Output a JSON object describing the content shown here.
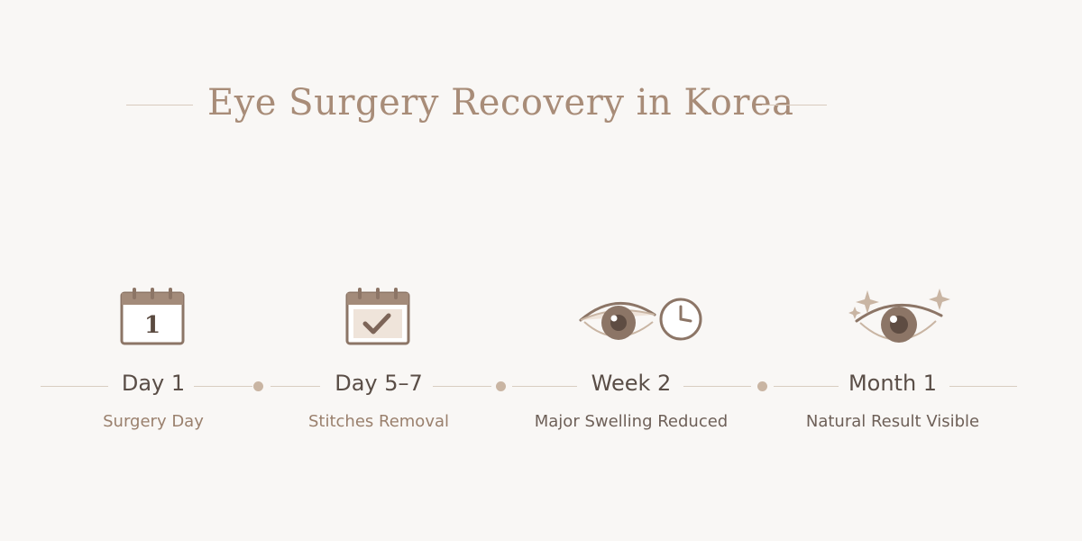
{
  "title": "Eye Surgery Recovery in Korea",
  "steps": [
    {
      "label": "Day 1",
      "caption": "Surgery Day",
      "icon": "calendar-day-icon",
      "icon_text": "1"
    },
    {
      "label": "Day 5–7",
      "caption": "Stitches Removal",
      "icon": "calendar-check-icon"
    },
    {
      "label": "Week 2",
      "caption": "Major Swelling Reduced",
      "icon": "eye-clock-icon"
    },
    {
      "label": "Month 1",
      "caption": "Natural Result Visible",
      "icon": "sparkle-eye-icon"
    }
  ],
  "colors": {
    "accent": "#a88c78",
    "icon_brown": "#8c7566",
    "line": "#d9cdc1",
    "dot": "#c9b5a3",
    "background": "#f9f7f5"
  }
}
